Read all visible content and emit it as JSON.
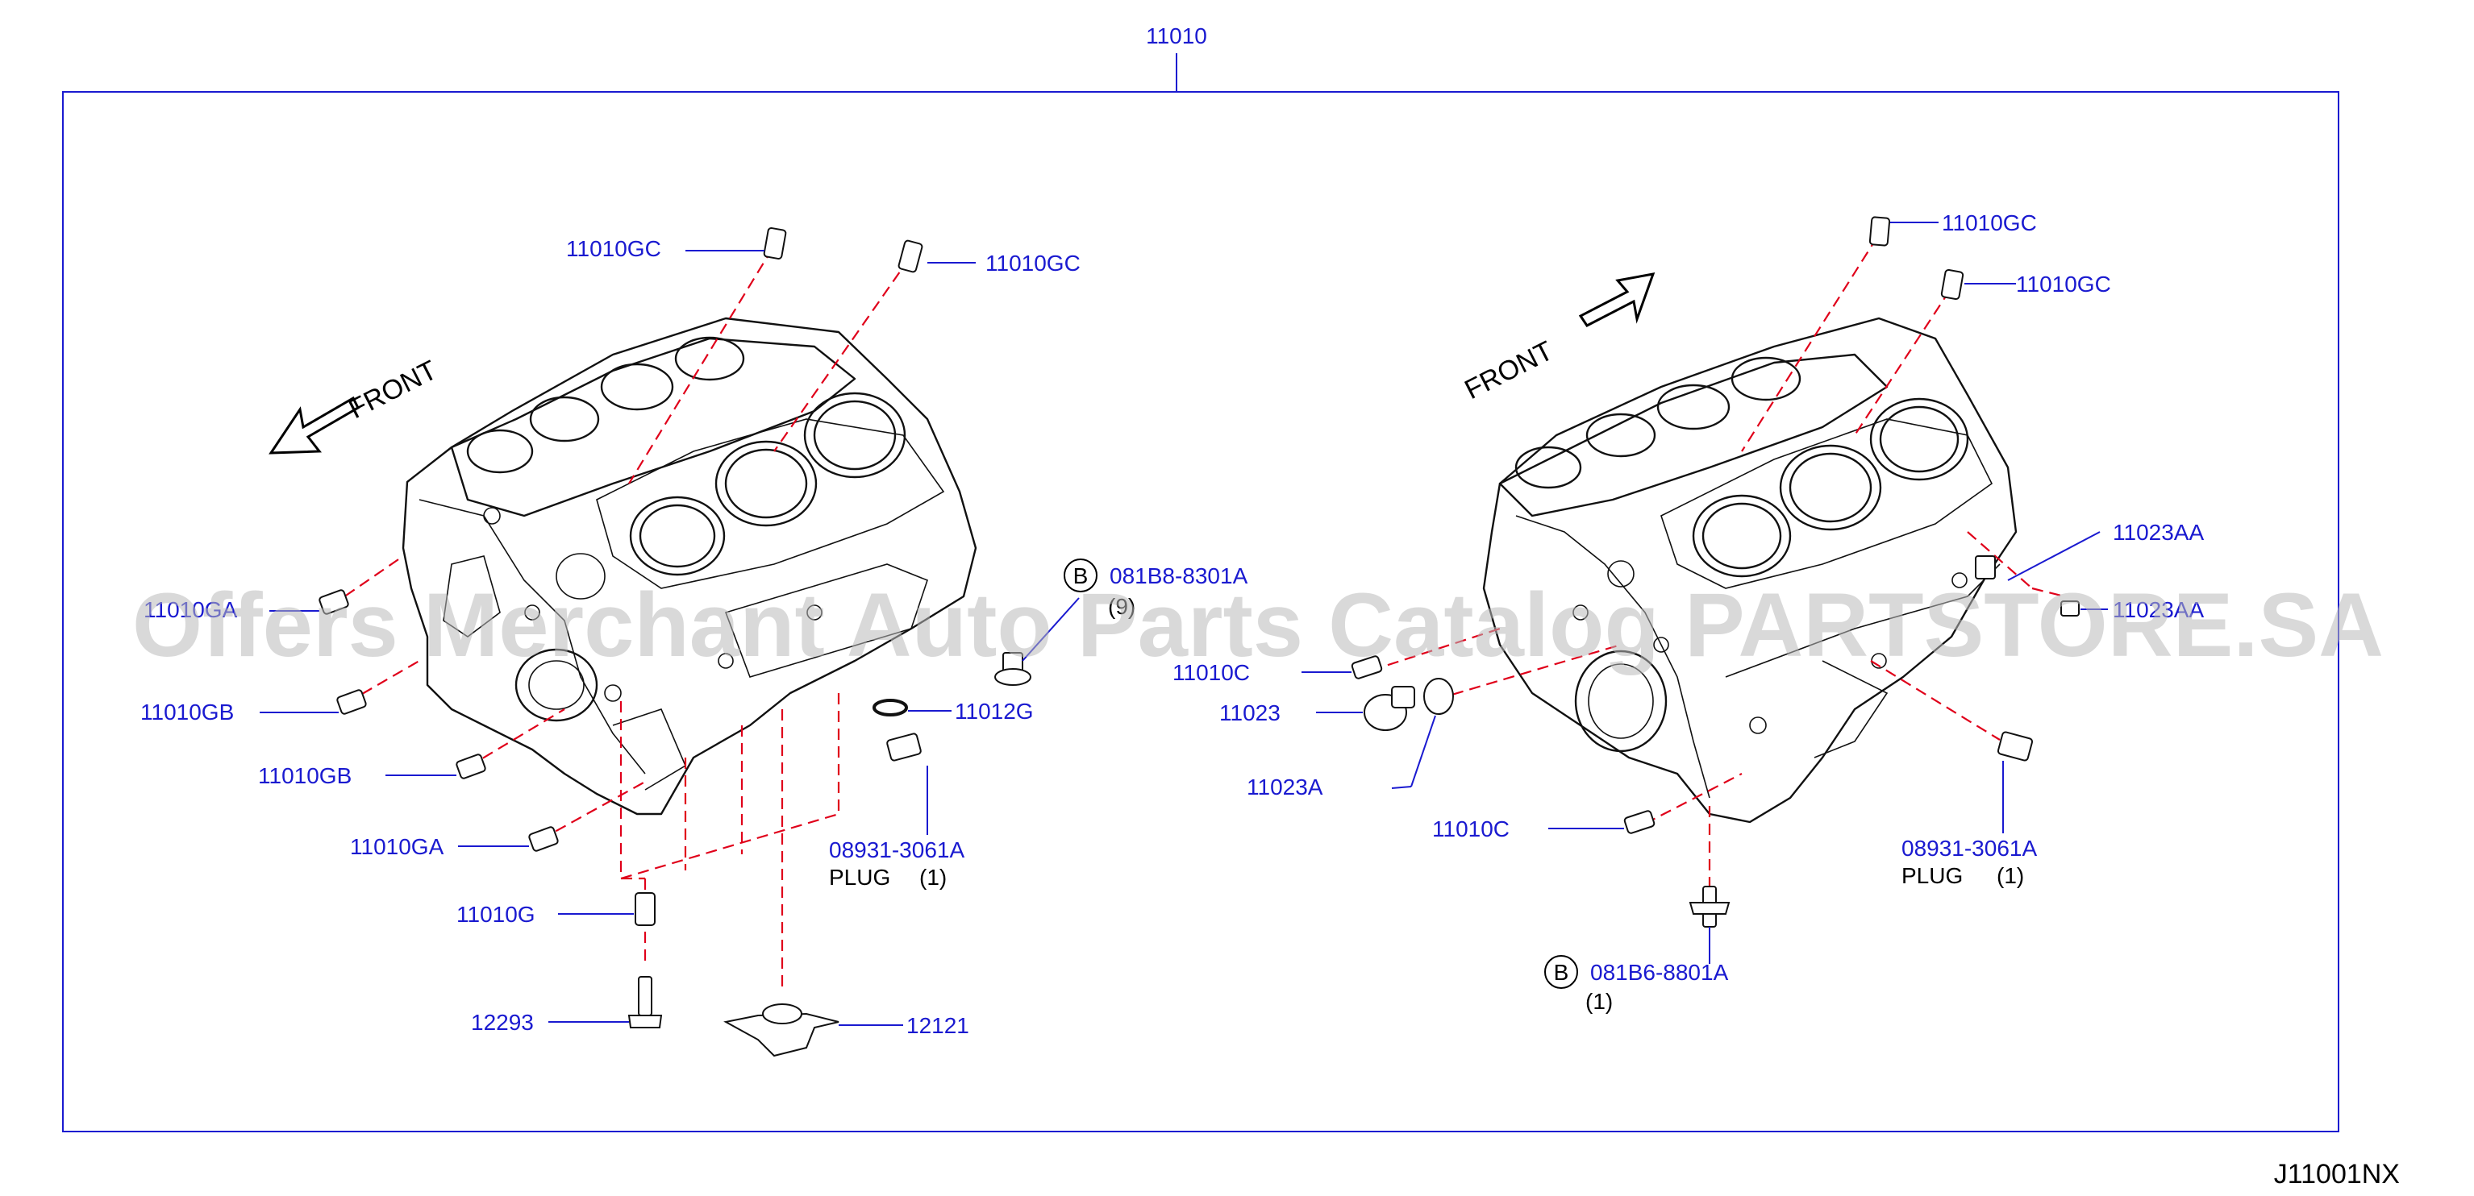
{
  "diagram": {
    "top_part": "11010",
    "figure_code": "J11001NX",
    "watermark": "Offers Merchant Auto Parts Catalog PARTSTORE.SA",
    "left_view": {
      "front_label": "FRONT",
      "labels": {
        "gc1": "11010GC",
        "gc2": "11010GC",
        "ga_partial": "11010GA",
        "gb1": "11010GB",
        "gb2": "11010GB",
        "ga": "11010GA",
        "g": "11010G",
        "p12293": "12293",
        "p12121": "12121",
        "b_bolt": "081B8-8301A",
        "b_qty": "(9)",
        "p11012g": "11012G",
        "plug_no": "08931-3061A",
        "plug_text": "PLUG",
        "plug_qty": "(1)"
      }
    },
    "right_view": {
      "front_label": "FRONT",
      "labels": {
        "gc1": "11010GC",
        "gc2": "11010GC",
        "aa": "11023AA",
        "aa_partial": "11023AA",
        "c1": "11010C",
        "p11023": "11023",
        "p11023a": "11023A",
        "c2": "11010C",
        "plug_no": "08931-3061A",
        "plug_text": "PLUG",
        "plug_qty": "(1)",
        "b_bolt": "081B6-8801A",
        "b_qty": "(1)"
      }
    },
    "circle_b": "B"
  }
}
